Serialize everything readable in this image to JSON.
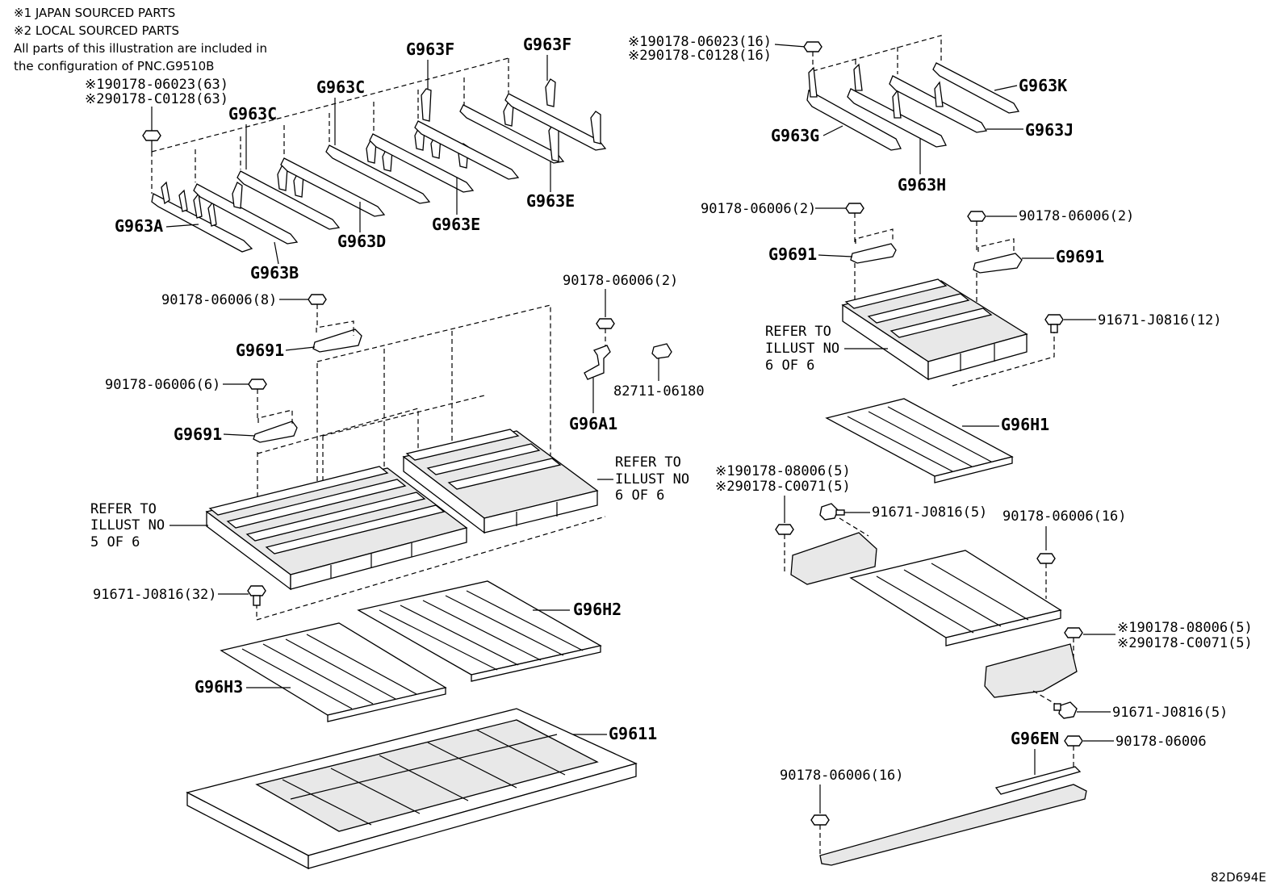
{
  "notes": {
    "line1": "※1 JAPAN SOURCED PARTS",
    "line2": "※2 LOCAL SOURCED PARTS",
    "line3": "All parts of this illustration are included in",
    "line4": "the configuration of PNC.G9510B"
  },
  "labels": {
    "nut_top_left_1": "※190178-06023(63)",
    "nut_top_left_2": "※290178-C0128(63)",
    "g963a": "G963A",
    "g963b": "G963B",
    "g963c_1": "G963C",
    "g963c_2": "G963C",
    "g963d": "G963D",
    "g963e_1": "G963E",
    "g963e_2": "G963E",
    "g963f_1": "G963F",
    "g963f_2": "G963F",
    "nut_top_right_1": "※190178-06023(16)",
    "nut_top_right_2": "※290178-C0128(16)",
    "g963g": "G963G",
    "g963h": "G963H",
    "g963j": "G963J",
    "g963k": "G963K",
    "nut_8": "90178-06006(8)",
    "g9691_left_1": "G9691",
    "nut_6": "90178-06006(6)",
    "g9691_left_2": "G9691",
    "nut_2_mid": "90178-06006(2)",
    "part_82711": "82711-06180",
    "g96a1": "G96A1",
    "refer_left": [
      "REFER TO",
      "ILLUST NO",
      "5 OF 6"
    ],
    "refer_mid": [
      "REFER TO",
      "ILLUST NO",
      "6 OF 6"
    ],
    "bolt_32": "91671-J0816(32)",
    "g96h2": "G96H2",
    "g96h3": "G96H3",
    "g9611": "G9611",
    "nut_2_right_a": "90178-06006(2)",
    "nut_2_right_b": "90178-06006(2)",
    "g9691_right_1": "G9691",
    "g9691_right_2": "G9691",
    "refer_right": [
      "REFER TO",
      "ILLUST NO",
      "6 OF 6"
    ],
    "bolt_12": "91671-J0816(12)",
    "g96h1": "G96H1",
    "nut_5_a1": "※190178-08006(5)",
    "nut_5_a2": "※290178-C0071(5)",
    "bolt_5_a": "91671-J0816(5)",
    "nut_16_a": "90178-06006(16)",
    "nut_5_b1": "※190178-08006(5)",
    "nut_5_b2": "※290178-C0071(5)",
    "bolt_5_b": "91671-J0816(5)",
    "g96en": "G96EN",
    "nut_single": "90178-06006",
    "nut_16_b": "90178-06006(16)",
    "diagram_code": "82D694E"
  }
}
